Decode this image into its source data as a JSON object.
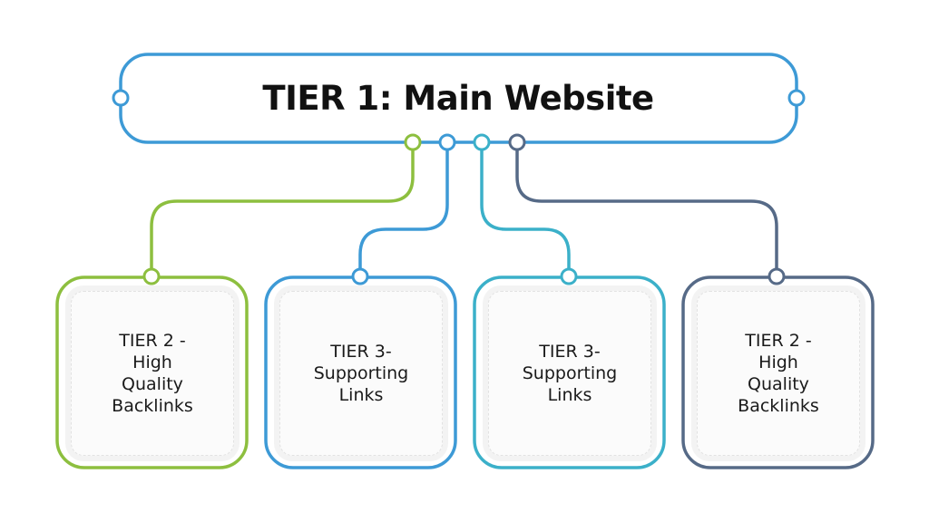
{
  "title": "TIER 1: Main Website",
  "colors": {
    "main": "#3d9ad6",
    "green": "#8dbf3f",
    "blue": "#3d9ad6",
    "teal": "#3bb0c9",
    "slate": "#566a87"
  },
  "tiers": [
    {
      "id": "tier2-left",
      "label": "TIER 2 -\nHigh\nQuality\nBacklinks",
      "color": "green"
    },
    {
      "id": "tier3-left",
      "label": "TIER 3-\nSupporting\nLinks",
      "color": "blue"
    },
    {
      "id": "tier3-right",
      "label": "TIER 3-\nSupporting\nLinks",
      "color": "teal"
    },
    {
      "id": "tier2-right",
      "label": "TIER 2 -\nHigh\nQuality\nBacklinks",
      "color": "slate"
    }
  ]
}
